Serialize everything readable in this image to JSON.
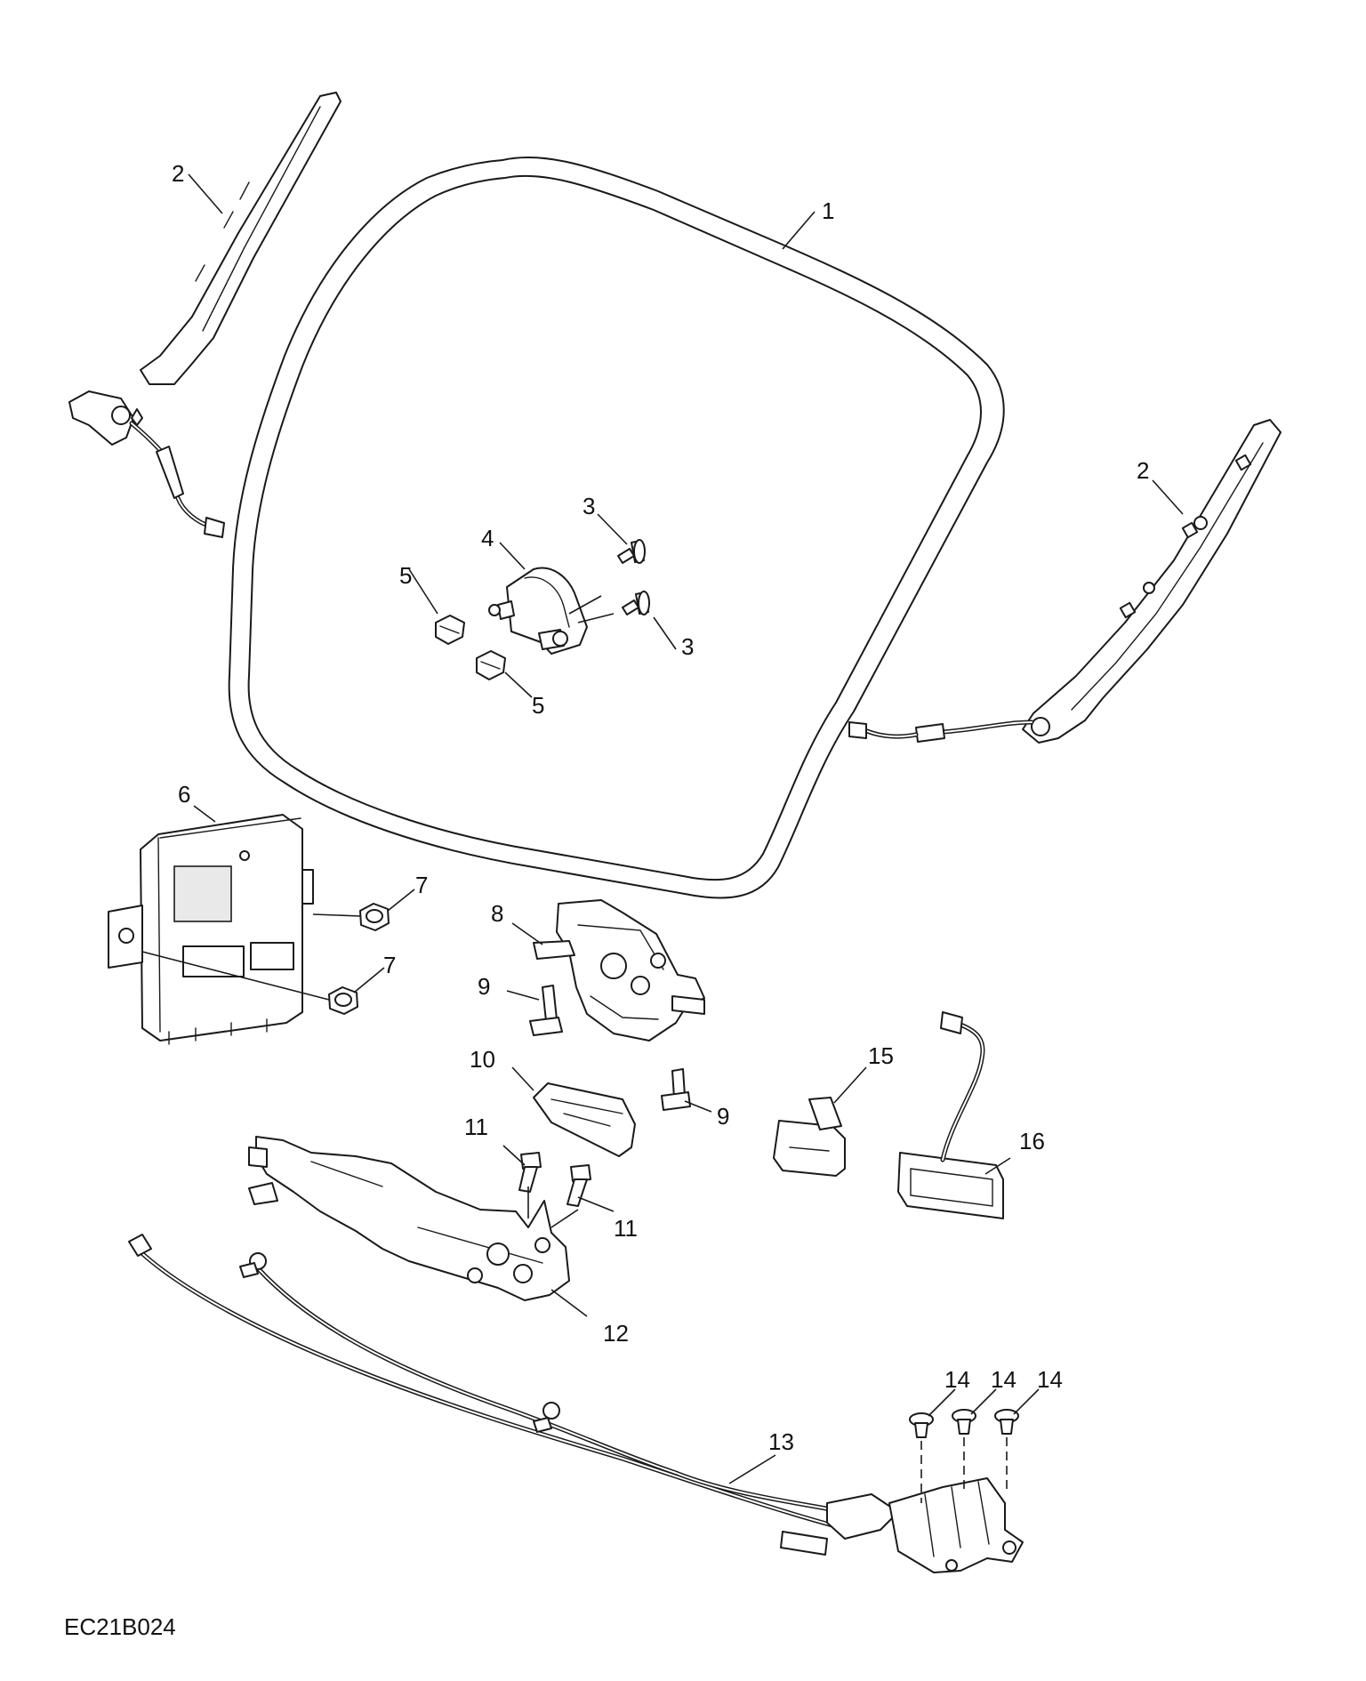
{
  "figure_code": "EC21B024",
  "callouts": [
    {
      "id": "c1",
      "label": "1"
    },
    {
      "id": "c2a",
      "label": "2"
    },
    {
      "id": "c2b",
      "label": "2"
    },
    {
      "id": "c3a",
      "label": "3"
    },
    {
      "id": "c3b",
      "label": "3"
    },
    {
      "id": "c4",
      "label": "4"
    },
    {
      "id": "c5a",
      "label": "5"
    },
    {
      "id": "c5b",
      "label": "5"
    },
    {
      "id": "c6",
      "label": "6"
    },
    {
      "id": "c7a",
      "label": "7"
    },
    {
      "id": "c7b",
      "label": "7"
    },
    {
      "id": "c8",
      "label": "8"
    },
    {
      "id": "c9a",
      "label": "9"
    },
    {
      "id": "c9b",
      "label": "9"
    },
    {
      "id": "c10",
      "label": "10"
    },
    {
      "id": "c11a",
      "label": "11"
    },
    {
      "id": "c11b",
      "label": "11"
    },
    {
      "id": "c12",
      "label": "12"
    },
    {
      "id": "c13",
      "label": "13"
    },
    {
      "id": "c14a",
      "label": "14"
    },
    {
      "id": "c14b",
      "label": "14"
    },
    {
      "id": "c14c",
      "label": "14"
    },
    {
      "id": "c15",
      "label": "15"
    },
    {
      "id": "c16",
      "label": "16"
    }
  ]
}
